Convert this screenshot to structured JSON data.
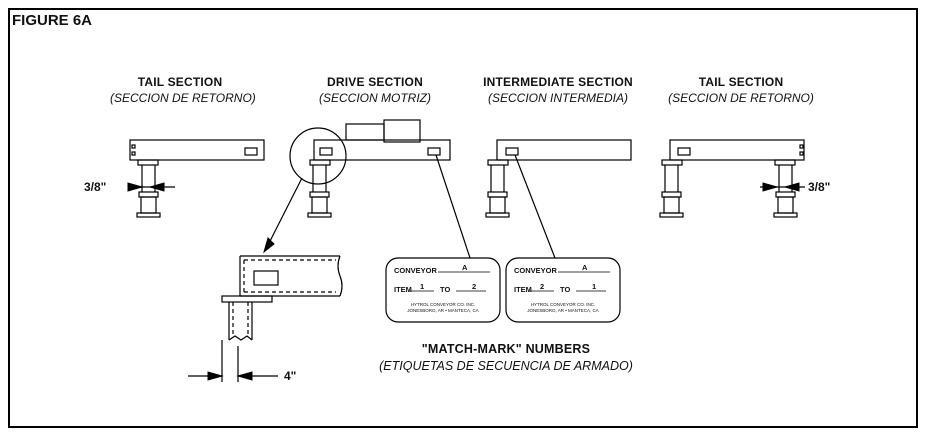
{
  "figure_title": "FIGURE 6A",
  "sections": [
    {
      "title": "TAIL SECTION",
      "subtitle": "(SECCION DE RETORNO)"
    },
    {
      "title": "DRIVE SECTION",
      "subtitle": "(SECCION MOTRIZ)"
    },
    {
      "title": "INTERMEDIATE SECTION",
      "subtitle": "(SECCION INTERMEDIA)"
    },
    {
      "title": "TAIL SECTION",
      "subtitle": "(SECCION DE RETORNO)"
    }
  ],
  "dimensions": {
    "left_gap": "3/8\"",
    "right_gap": "3/8\"",
    "detail_gap": "4\""
  },
  "tags": [
    {
      "conveyor_label": "CONVEYOR",
      "conveyor_value": "A",
      "item_label": "ITEM",
      "item_from": "1",
      "to_label": "TO",
      "item_to": "2",
      "company_line1": "HYTROL CONVEYOR CO. INC.",
      "company_line2": "JONESBORO, AR • MANTECA, CA"
    },
    {
      "conveyor_label": "CONVEYOR",
      "conveyor_value": "A",
      "item_label": "ITEM",
      "item_from": "2",
      "to_label": "TO",
      "item_to": "1",
      "company_line1": "HYTROL CONVEYOR CO. INC.",
      "company_line2": "JONESBORO, AR • MANTECA, CA"
    }
  ],
  "caption": {
    "title": "\"MATCH-MARK\" NUMBERS",
    "subtitle": "(ETIQUETAS DE SECUENCIA DE ARMADO)"
  }
}
